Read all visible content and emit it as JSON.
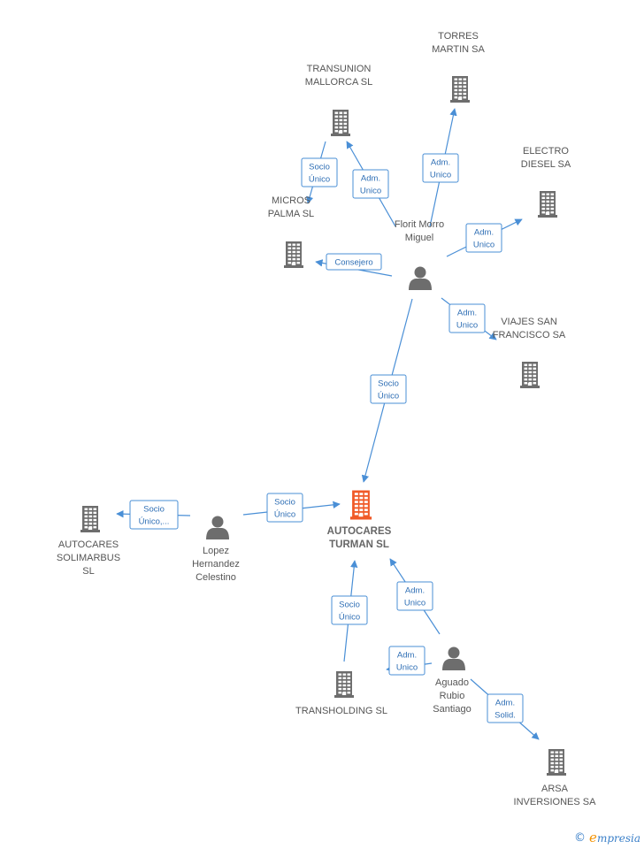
{
  "nodes": [
    {
      "id": "autocares_turman",
      "kind": "company",
      "main": true,
      "label": [
        "AUTOCARES",
        "TURMAN SL"
      ],
      "color": "#f05a28"
    },
    {
      "id": "florit",
      "kind": "person",
      "label": [
        "Florit Morro",
        "Miguel"
      ]
    },
    {
      "id": "lopez",
      "kind": "person",
      "label": [
        "Lopez",
        "Hernandez",
        "Celestino"
      ]
    },
    {
      "id": "aguado",
      "kind": "person",
      "label": [
        "Aguado",
        "Rubio",
        "Santiago"
      ]
    },
    {
      "id": "torres",
      "kind": "company",
      "label": [
        "TORRES",
        "MARTIN SA"
      ]
    },
    {
      "id": "transunion",
      "kind": "company",
      "label": [
        "TRANSUNION",
        "MALLORCA SL"
      ]
    },
    {
      "id": "electro",
      "kind": "company",
      "label": [
        "ELECTRO",
        "DIESEL SA"
      ]
    },
    {
      "id": "micros",
      "kind": "company",
      "label": [
        "MICROS",
        "PALMA  SL"
      ]
    },
    {
      "id": "viajes",
      "kind": "company",
      "label": [
        "VIAJES SAN",
        "FRANCISCO SA"
      ]
    },
    {
      "id": "solimarbus",
      "kind": "company",
      "label": [
        "AUTOCARES",
        "SOLIMARBUS",
        "SL"
      ]
    },
    {
      "id": "transholding",
      "kind": "company",
      "label": [
        "TRANSHOLDING SL"
      ]
    },
    {
      "id": "arsa",
      "kind": "company",
      "label": [
        "ARSA",
        "INVERSIONES SA"
      ]
    }
  ],
  "edges": [
    {
      "from": "florit",
      "to": "torres",
      "label": [
        "Adm.",
        "Unico"
      ]
    },
    {
      "from": "florit",
      "to": "transunion",
      "label": [
        "Adm.",
        "Unico"
      ]
    },
    {
      "from": "transunion",
      "to": "micros",
      "label": [
        "Socio",
        "Único"
      ]
    },
    {
      "from": "florit",
      "to": "electro",
      "label": [
        "Adm.",
        "Unico"
      ]
    },
    {
      "from": "florit",
      "to": "micros",
      "label": [
        "Consejero"
      ]
    },
    {
      "from": "florit",
      "to": "viajes",
      "label": [
        "Adm.",
        "Unico"
      ]
    },
    {
      "from": "florit",
      "to": "autocares_turman",
      "label": [
        "Socio",
        "Único"
      ]
    },
    {
      "from": "lopez",
      "to": "autocares_turman",
      "label": [
        "Socio",
        "Único"
      ]
    },
    {
      "from": "lopez",
      "to": "solimarbus",
      "label": [
        "Socio",
        "Único,..."
      ]
    },
    {
      "from": "transholding",
      "to": "autocares_turman",
      "label": [
        "Socio",
        "Único"
      ]
    },
    {
      "from": "aguado",
      "to": "autocares_turman",
      "label": [
        "Adm.",
        "Unico"
      ]
    },
    {
      "from": "aguado",
      "to": "transholding",
      "label": [
        "Adm.",
        "Unico"
      ]
    },
    {
      "from": "aguado",
      "to": "arsa",
      "label": [
        "Adm.",
        "Solid."
      ]
    }
  ],
  "footer": {
    "copyright": "©",
    "brand_initial": "e",
    "brand_rest": "mpresia"
  },
  "colors": {
    "edge": "#4a8fd6",
    "icon": "#6d6d6d",
    "main_icon": "#f05a28"
  }
}
